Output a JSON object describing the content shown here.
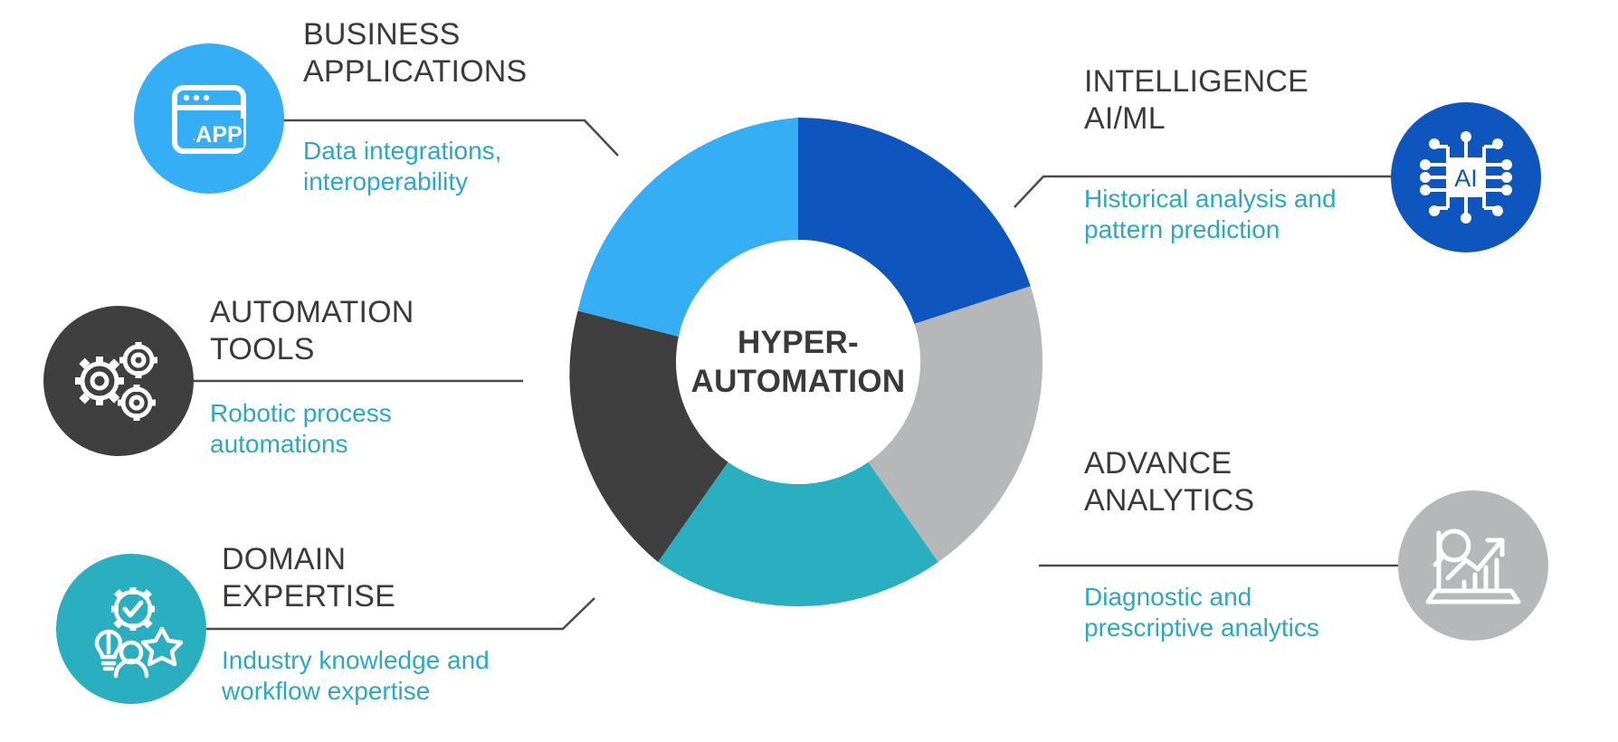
{
  "center": {
    "label": "HYPER-\nAUTOMATION"
  },
  "colors": {
    "intelligence": "#0E55BE",
    "analytics": "#B6B7B9",
    "domain": "#29AFC0",
    "automation": "#3F3F3F",
    "business": "#35AEF5",
    "title_text": "#3A3A3A",
    "desc_text": "#2AA8C4",
    "connector": "#4a4a4a",
    "center_bg": "#FFFFFF"
  },
  "chart_data": {
    "type": "pie",
    "title": "HYPER-AUTOMATION",
    "categories": [
      "Intelligence AI/ML",
      "Advance Analytics",
      "Domain Expertise",
      "Automation Tools",
      "Business Applications"
    ],
    "values": [
      20,
      20,
      20,
      20,
      20
    ],
    "colors": [
      "#0E55BE",
      "#B6B7B9",
      "#29AFC0",
      "#3F3F3F",
      "#35AEF5"
    ],
    "legend": "none",
    "grid": false,
    "xlabel": "",
    "ylabel": ""
  },
  "segments": [
    {
      "key": "business",
      "icon": "app-window-icon",
      "icon_text": "APP",
      "title": "BUSINESS\nAPPLICATIONS",
      "desc": "Data integrations,\ninteroperability",
      "circle_color": "#35AEF5"
    },
    {
      "key": "automation",
      "icon": "gears-icon",
      "icon_text": "",
      "title": "AUTOMATION\nTOOLS",
      "desc": "Robotic process\nautomations",
      "circle_color": "#3F3F3F"
    },
    {
      "key": "domain",
      "icon": "expertise-icon",
      "icon_text": "",
      "title": "DOMAIN\nEXPERTISE",
      "desc": "Industry knowledge and\nworkflow expertise",
      "circle_color": "#29AFC0"
    },
    {
      "key": "intelligence",
      "icon": "ai-chip-icon",
      "icon_text": "AI",
      "title": "INTELLIGENCE\nAI/ML",
      "desc": "Historical analysis and\npattern prediction",
      "circle_color": "#0E55BE"
    },
    {
      "key": "analytics",
      "icon": "analytics-chart-icon",
      "icon_text": "",
      "title": "ADVANCE\nANALYTICS",
      "desc": "Diagnostic and\nprescriptive analytics",
      "circle_color": "#B6B7B9"
    }
  ]
}
